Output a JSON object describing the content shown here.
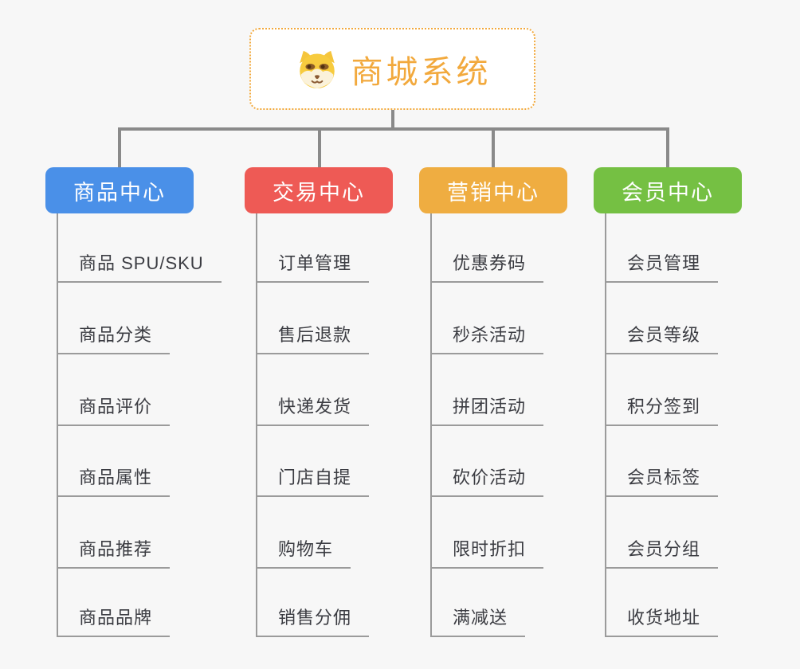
{
  "page": {
    "background_color": "#f7f7f7"
  },
  "root": {
    "label": "商城系统",
    "icon": "shiba-dog-icon",
    "accent_color": "#F2A93D"
  },
  "connectors": {
    "trunk_color": "#8a8a8a",
    "leaf_line_color": "#9b9b9b"
  },
  "branches": [
    {
      "label": "商品中心",
      "color": "#4A90E8",
      "items": [
        "商品 SPU/SKU",
        "商品分类",
        "商品评价",
        "商品属性",
        "商品推荐",
        "商品品牌"
      ]
    },
    {
      "label": "交易中心",
      "color": "#EE5A55",
      "items": [
        "订单管理",
        "售后退款",
        "快递发货",
        "门店自提",
        "购物车",
        "销售分佣"
      ]
    },
    {
      "label": "营销中心",
      "color": "#EFAD41",
      "items": [
        "优惠券码",
        "秒杀活动",
        "拼团活动",
        "砍价活动",
        "限时折扣",
        "满减送"
      ]
    },
    {
      "label": "会员中心",
      "color": "#75C043",
      "items": [
        "会员管理",
        "会员等级",
        "积分签到",
        "会员标签",
        "会员分组",
        "收货地址"
      ]
    }
  ]
}
